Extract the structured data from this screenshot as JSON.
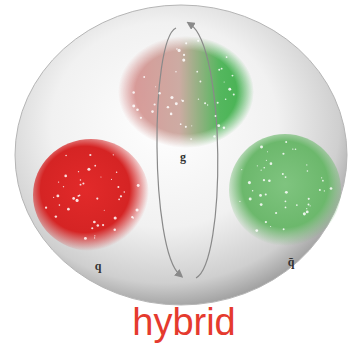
{
  "diagram": {
    "caption": "hybrid",
    "labels": [
      "q",
      "g",
      "q̄"
    ]
  }
}
